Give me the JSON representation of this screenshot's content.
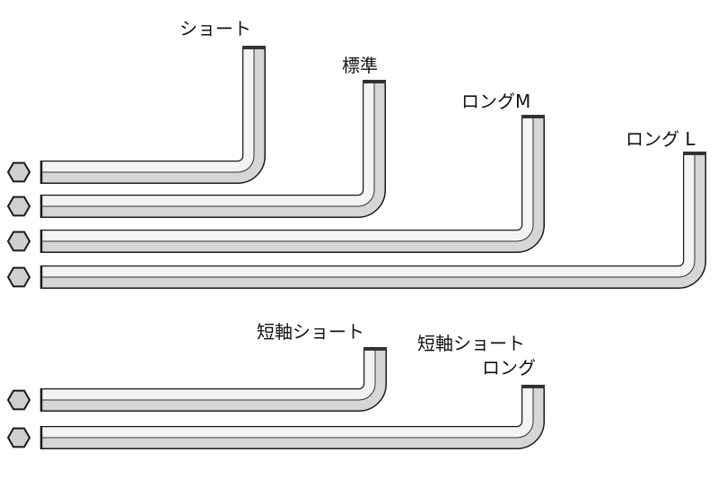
{
  "labels": {
    "short": "ショート",
    "standard": "標準",
    "long_m": "ロングM",
    "long_l": "ロング L",
    "stubby_short": "短軸ショート",
    "stubby_short_long_line1": "短軸ショート",
    "stubby_short_long_line2": "ロング"
  },
  "colors": {
    "outline": "#1a1a1a",
    "light_face": "#f3f3f3",
    "dark_face": "#d6d6d6",
    "hex_fill": "#cfcfcf"
  }
}
